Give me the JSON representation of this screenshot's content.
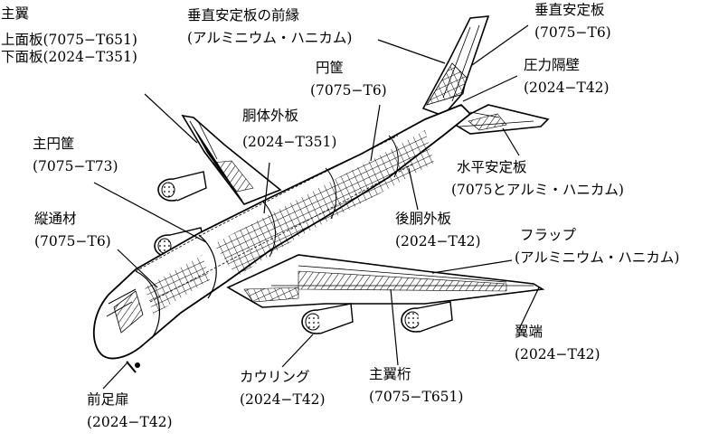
{
  "labels": {
    "main_wing": {
      "line1": "主翼",
      "line2": "上面板(7075−T651)",
      "line3": "下面板(2024−T351)"
    },
    "fin_leading_edge": {
      "line1": "垂直安定板の前縁",
      "line2": "(アルミニウム・ハニカム)"
    },
    "vertical_stabilizer": {
      "line1": "垂直安定板",
      "line2": "(7075−T6)"
    },
    "pressure_bulkhead": {
      "line1": "圧力隔壁",
      "line2": "(2024−T42)"
    },
    "frame": {
      "line1": "円筐",
      "line2": "(7075−T6)"
    },
    "fuselage_skin": {
      "line1": "胴体外板",
      "line2": "(2024−T351)"
    },
    "main_frame": {
      "line1": "主円筐",
      "line2": "(7075−T73)"
    },
    "horizontal_stabilizer": {
      "line1": "水平安定板",
      "line2": "(7075とアルミ・ハニカム)"
    },
    "aft_fuselage_skin": {
      "line1": "後胴外板",
      "line2": "(2024−T42)"
    },
    "stringer": {
      "line1": "縦通材",
      "line2": "(7075−T6)"
    },
    "flap": {
      "line1": "フラップ",
      "line2": "(アルミニウム・ハニカム)"
    },
    "wing_tip": {
      "line1": "翼端",
      "line2": "(2024−T42)"
    },
    "cowling": {
      "line1": "カウリング",
      "line2": "(2024−T42)"
    },
    "main_spar": {
      "line1": "主翼桁",
      "line2": "(7075−T651)"
    },
    "nose_gear_door": {
      "line1": "前足扉",
      "line2": "(2024−T42)"
    }
  }
}
